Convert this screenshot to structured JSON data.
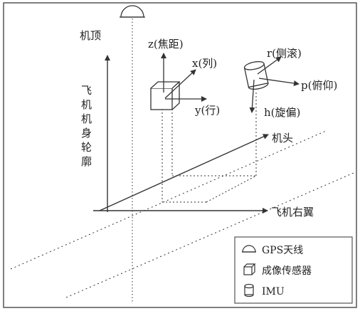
{
  "labels": {
    "aircraft_top": "机顶",
    "fuselage_outline": [
      "飞",
      "机",
      "机",
      "身",
      "轮",
      "廓"
    ],
    "z_axis": "z(焦距)",
    "x_axis": "x(列)",
    "y_axis": "y(行)",
    "r_axis": "r(侧滚)",
    "p_axis": "p(俯仰)",
    "h_axis": "h(旋偏)",
    "nose": "机头",
    "right_wing": "飞机右翼"
  },
  "legend": {
    "items": [
      {
        "icon": "gps-antenna-icon",
        "label": "GPS天线"
      },
      {
        "icon": "camera-sensor-icon",
        "label": "成像传感器"
      },
      {
        "icon": "imu-icon",
        "label": "IMU"
      }
    ]
  },
  "colors": {
    "line": "#333333",
    "text": "#222222",
    "frame": "#555555"
  }
}
